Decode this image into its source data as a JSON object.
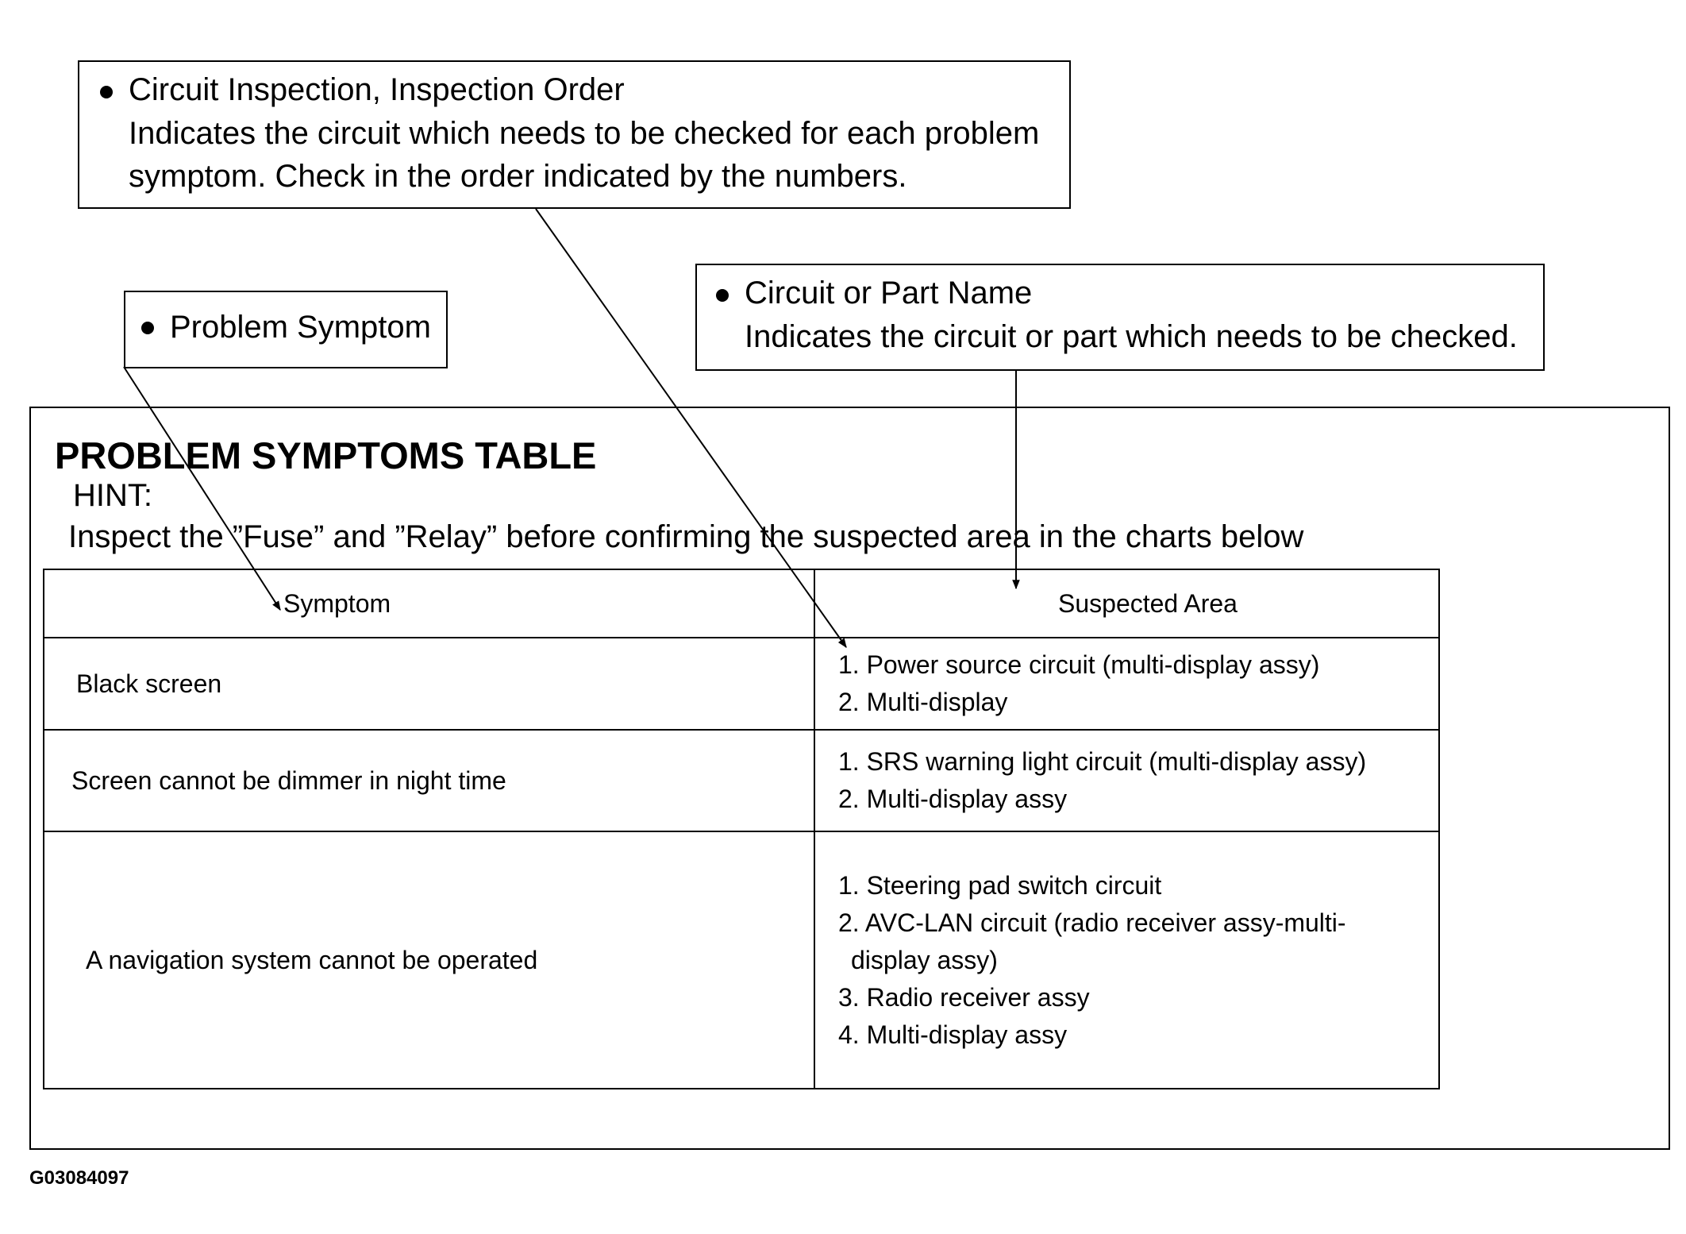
{
  "callouts": {
    "inspection": {
      "title": "Circuit Inspection, Inspection Order",
      "line1": "Indicates the circuit which needs to be checked for each problem",
      "line2": "symptom. Check in the order indicated by the numbers."
    },
    "symptom": {
      "title": "Problem Symptom"
    },
    "part": {
      "title": "Circuit or Part Name",
      "line1": "Indicates the circuit or part which needs to be checked."
    }
  },
  "table": {
    "title": "PROBLEM SYMPTOMS TABLE",
    "hint": "HINT:",
    "note": "Inspect the ”Fuse” and ”Relay” before confirming the suspected area in the charts below",
    "headers": {
      "symptom": "Symptom",
      "area": "Suspected Area"
    },
    "rows": [
      {
        "symptom": "Black screen",
        "areas": [
          "1. Power source circuit (multi-display assy)",
          "2. Multi-display"
        ]
      },
      {
        "symptom": "Screen cannot be dimmer in night time",
        "areas": [
          "1. SRS warning light circuit (multi-display assy)",
          "2. Multi-display assy"
        ]
      },
      {
        "symptom": "A navigation system cannot be operated",
        "areas": [
          "1. Steering pad switch circuit",
          "2. AVC-LAN circuit (radio receiver assy-multi-",
          "display assy)",
          "3. Radio receiver assy",
          "4. Multi-display assy"
        ]
      }
    ]
  },
  "figure_id": "G03084097"
}
